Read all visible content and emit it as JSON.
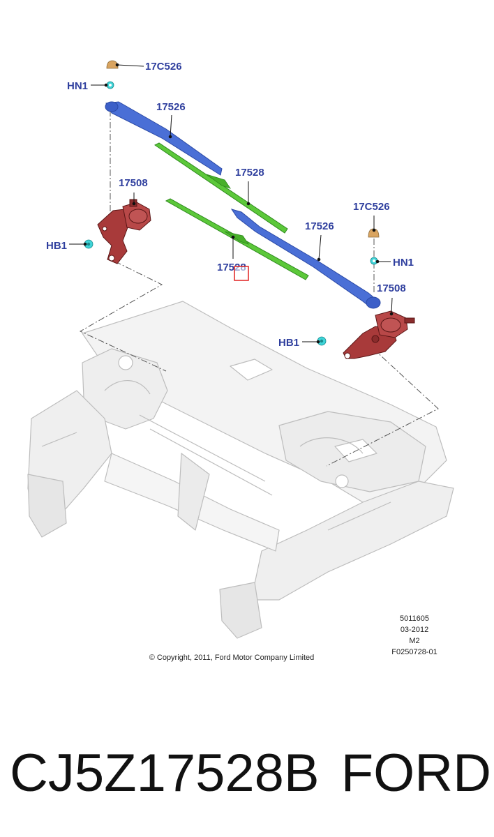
{
  "callouts": {
    "bolt_cap_left": "17C526",
    "nut_left": "HN1",
    "arm_left": "17526",
    "blade_upper": "17528",
    "motor_left": "17508",
    "bolt_left": "HB1",
    "bolt_cap_right": "17C526",
    "arm_right": "17526",
    "nut_right": "HN1",
    "blade_lower": "17528",
    "motor_right": "17508",
    "bolt_right": "HB1"
  },
  "drawing_info": {
    "ref_number": "5011605",
    "date": "03-2012",
    "revision": "M2",
    "figure_id": "F0250728-01"
  },
  "copyright": "© Copyright, 2011, Ford Motor Company Limited",
  "caption": {
    "part_number": "CJ5Z17528B",
    "brand": "FORD"
  },
  "colors": {
    "callout_text": "#2f3f9e",
    "wiper_arm": "#4a6fd6",
    "wiper_blade": "#5cc83a",
    "motor": "#a83a3a",
    "nut_bolt": "#3fd4d8",
    "bolt_cap": "#d9a460",
    "highlight_box": "#e02020"
  }
}
